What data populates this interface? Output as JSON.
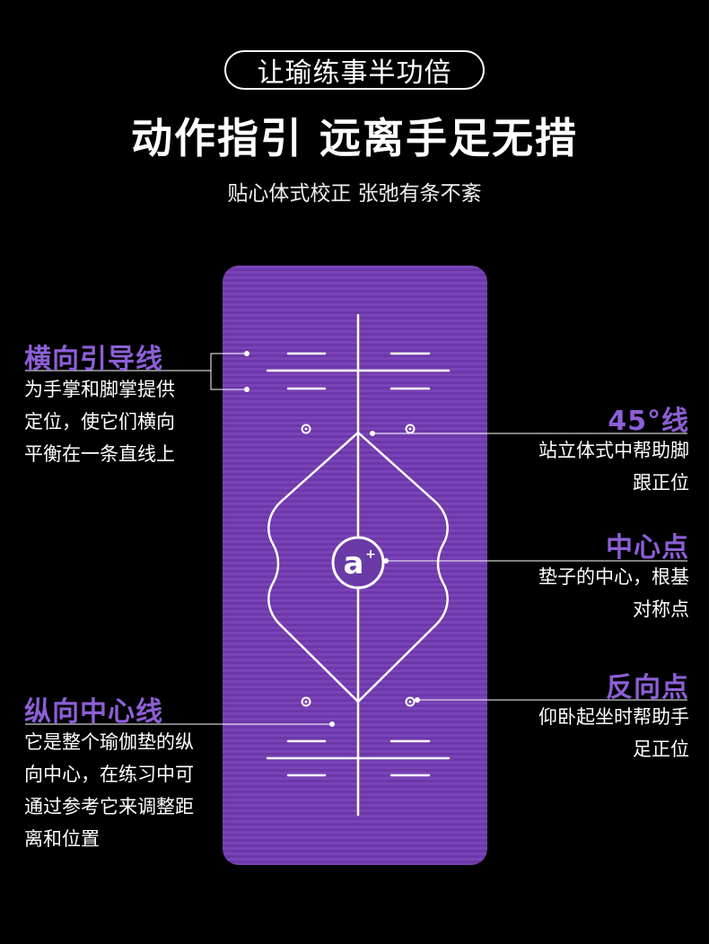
{
  "header": {
    "pill_text": "让瑜练事半功倍",
    "headline": "动作指引 远离手足无措",
    "subline": "贴心体式校正 张弛有条不紊"
  },
  "mat": {
    "logo_text": "a",
    "logo_sup": "+",
    "colors": {
      "mat": "#7a44b8",
      "accent_label": "#8d5fd6",
      "line": "#ffffff"
    }
  },
  "annotations": {
    "horizontal": {
      "title": "横向引导线",
      "lines": [
        "为手掌和脚掌提供",
        "定位，使它们横向",
        "平衡在一条直线上"
      ]
    },
    "vertical": {
      "title": "纵向中心线",
      "lines": [
        "它是整个瑜伽垫的纵",
        "向中心，在练习中可",
        "通过参考它来调整距",
        "离和位置"
      ]
    },
    "angle45": {
      "title": "45°线",
      "lines": [
        "站立体式中帮助脚",
        "跟正位"
      ]
    },
    "center": {
      "title": "中心点",
      "lines": [
        "垫子的中心，根基",
        "对称点"
      ]
    },
    "reverse": {
      "title": "反向点",
      "lines": [
        "仰卧起坐时帮助手",
        "足正位"
      ]
    }
  }
}
